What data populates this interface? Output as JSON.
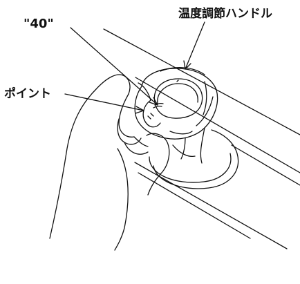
{
  "labels": {
    "handle": "温度調節ハンドル",
    "forty": "\"40\"",
    "point": "ポイント"
  }
}
